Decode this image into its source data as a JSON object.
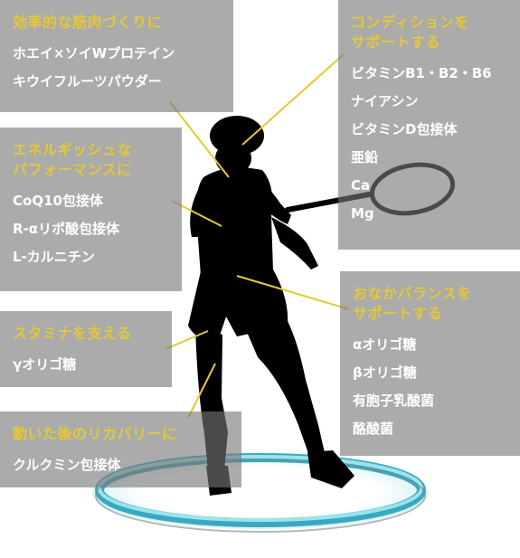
{
  "colors": {
    "accent": "#e5c934",
    "panel": "#787878",
    "text": "#ffffff",
    "ring": "#5ec9dc"
  },
  "icons": [
    "tennis-player-silhouette",
    "tennis-racket",
    "glowing-ring-platform"
  ],
  "panels": [
    {
      "heading": [
        "効率的な筋肉づくりに"
      ],
      "items": [
        "ホエイ×ソイWプロテイン",
        "キウイフルーツパウダー"
      ]
    },
    {
      "heading": [
        "コンディションを",
        "サポートする"
      ],
      "items": [
        "ビタミンB1・B2・B6",
        "ナイアシン",
        "ビタミンD包接体",
        "亜鉛",
        "Ca",
        "Mg"
      ]
    },
    {
      "heading": [
        "エネルギッシュな",
        "パフォーマンスに"
      ],
      "items": [
        "CoQ10包接体",
        "R-αリポ酸包接体",
        "L-カルニチン"
      ]
    },
    {
      "heading": [
        "スタミナを支える"
      ],
      "items": [
        "γオリゴ糖"
      ]
    },
    {
      "heading": [
        "おなかバランスを",
        "サポートする"
      ],
      "items": [
        "αオリゴ糖",
        "βオリゴ糖",
        "有胞子乳酸菌",
        "酪酸菌"
      ]
    },
    {
      "heading": [
        "動いた後のリカバリーに"
      ],
      "items": [
        "クルクミン包接体"
      ]
    }
  ]
}
